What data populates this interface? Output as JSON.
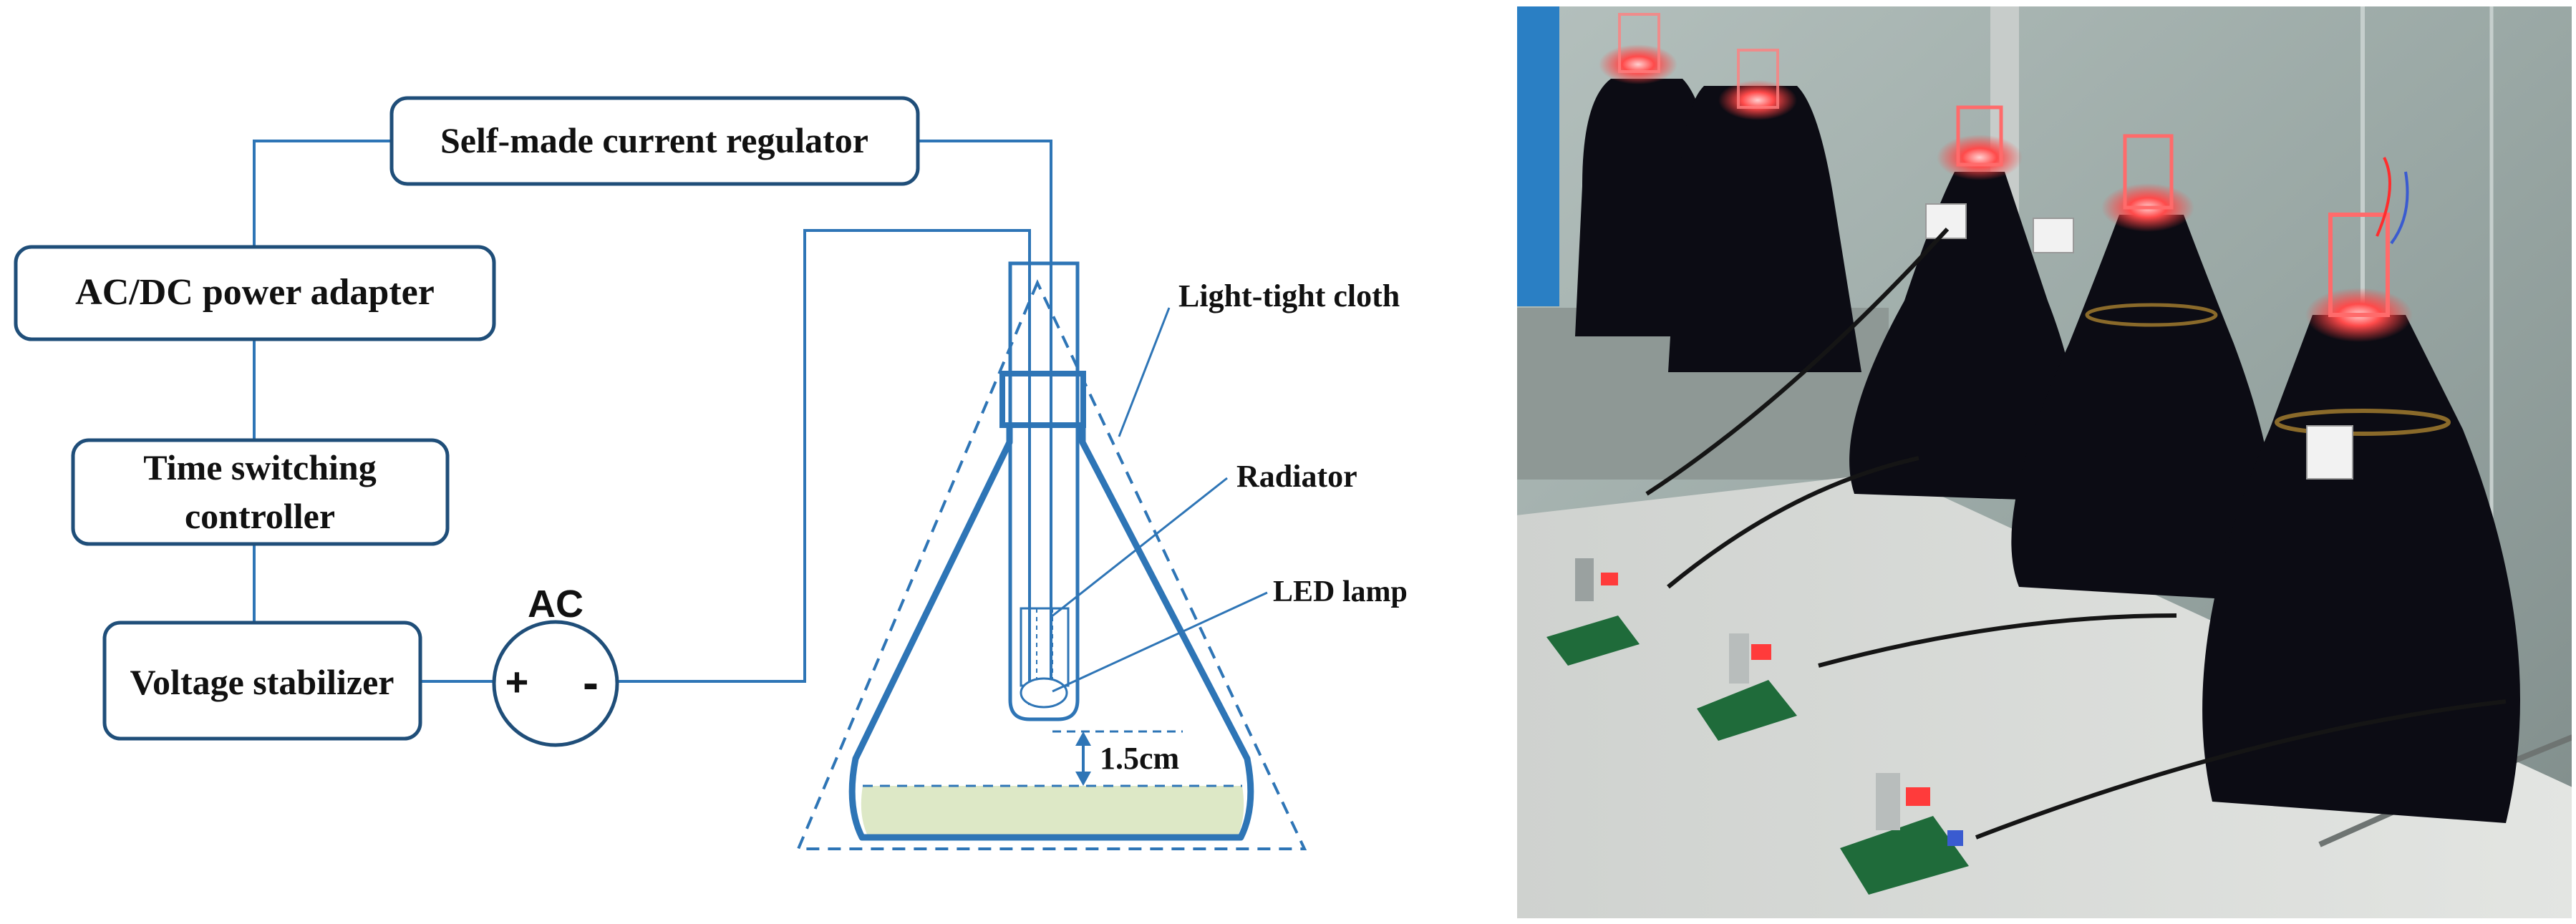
{
  "diagram": {
    "boxes": {
      "regulator": "Self-made current regulator",
      "adapter": "AC/DC power adapter",
      "timer_line1": "Time switching",
      "timer_line2": "controller",
      "stabilizer": "Voltage stabilizer"
    },
    "ac_source": {
      "label": "AC",
      "plus": "+",
      "minus": "-"
    },
    "labels": {
      "cloth": "Light-tight cloth",
      "radiator": "Radiator",
      "led": "LED lamp",
      "distance": "1.5cm"
    },
    "colors": {
      "line_blue": "#2e75b6",
      "box_border": "#1f4e79",
      "medium_fill": "#dde8c6"
    }
  },
  "photo": {
    "colors": {
      "glass_bg": "#a9b6b4",
      "bench": "#d7d9d6",
      "cloth": "#0c0c14",
      "led_red": "#ff3b3b",
      "board_green": "#1f6b3a",
      "blue_panel": "#2a7fc4"
    }
  }
}
